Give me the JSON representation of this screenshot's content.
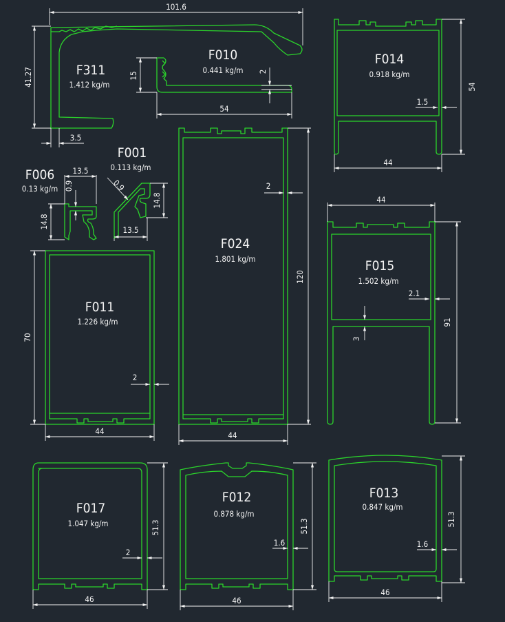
{
  "colors": {
    "background": "#212830",
    "profile": "#2bd42b",
    "dimension": "#f2f2f2"
  },
  "profiles": {
    "f311": {
      "name": "F311",
      "weight": "1.412 kg/m",
      "dims": {
        "width": "101.6",
        "height": "41.27",
        "thickness": "3.5"
      }
    },
    "f010": {
      "name": "F010",
      "weight": "0.441 kg/m",
      "dims": {
        "height": "15",
        "width": "54",
        "wall": "2"
      }
    },
    "f014": {
      "name": "F014",
      "weight": "0.918 kg/m",
      "dims": {
        "height": "54",
        "width": "44",
        "wall": "1.5"
      }
    },
    "f006": {
      "name": "F006",
      "weight": "0.13 kg/m",
      "dims": {
        "width": "13.5",
        "height": "14.8",
        "wall": "0.9"
      }
    },
    "f001": {
      "name": "F001",
      "weight": "0.113 kg/m",
      "dims": {
        "wall": "0.9",
        "height": "14.8",
        "width": "13.5"
      }
    },
    "f024": {
      "name": "F024",
      "weight": "1.801 kg/m",
      "dims": {
        "wall": "2",
        "height": "120",
        "width": "44"
      }
    },
    "f015": {
      "name": "F015",
      "weight": "1.502 kg/m",
      "dims": {
        "width": "44",
        "wall": "2.1",
        "rib": "3",
        "height": "91"
      }
    },
    "f011": {
      "name": "F011",
      "weight": "1.226 kg/m",
      "dims": {
        "height": "70",
        "wall": "2",
        "width": "44"
      }
    },
    "f017": {
      "name": "F017",
      "weight": "1.047 kg/m",
      "dims": {
        "wall": "2",
        "height": "51.3",
        "width": "46"
      }
    },
    "f012": {
      "name": "F012",
      "weight": "0.878 kg/m",
      "dims": {
        "wall": "1.6",
        "height": "51.3",
        "width": "46"
      }
    },
    "f013": {
      "name": "F013",
      "weight": "0.847 kg/m",
      "dims": {
        "wall": "1.6",
        "height": "51.3",
        "width": "46"
      }
    }
  }
}
